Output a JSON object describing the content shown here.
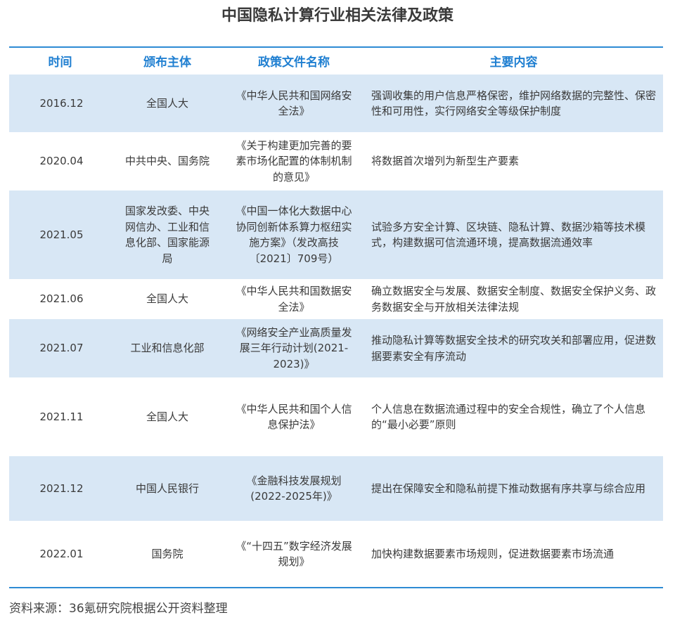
{
  "title": "中国隐私计算行业相关法律及政策",
  "headers": {
    "time": "时间",
    "org": "颁布主体",
    "doc": "政策文件名称",
    "content": "主要内容"
  },
  "rows": [
    {
      "time": "2016.12",
      "org": "全国人大",
      "doc": "《中华人民共和国网络安全法》",
      "content": "强调收集的用户信息严格保密，维护网络数据的完整性、保密性和可用性，实行网络安全等级保护制度"
    },
    {
      "time": "2020.04",
      "org": "中共中央、国务院",
      "doc": "《关于构建更加完善的要素市场化配置的体制机制的意见》",
      "content": "将数据首次增列为新型生产要素"
    },
    {
      "time": "2021.05",
      "org": "国家发改委、中央网信办、工业和信息化部、国家能源局",
      "doc": "《中国一体化大数据中心协同创新体系算力枢纽实施方案》（发改高技〔2021〕709号）",
      "content": "试验多方安全计算、区块链、隐私计算、数据沙箱等技术模式，构建数据可信流通环境，提高数据流通效率"
    },
    {
      "time": "2021.06",
      "org": "全国人大",
      "doc": "《中华人民共和国数据安全法》",
      "content": "确立数据安全与发展、数据安全制度、数据安全保护义务、政务数据安全与开放相关法律法规"
    },
    {
      "time": "2021.07",
      "org": "工业和信息化部",
      "doc": "《网络安全产业高质量发展三年行动计划(2021-2023)》",
      "content": "推动隐私计算等数据安全技术的研究攻关和部署应用，促进数据要素安全有序流动"
    },
    {
      "time": "2021.11",
      "org": "全国人大",
      "doc": "《中华人民共和国个人信息保护法》",
      "content": "个人信息在数据流通过程中的安全合规性，确立了个人信息的“最小必要”原则"
    },
    {
      "time": "2021.12",
      "org": "中国人民银行",
      "doc": "《金融科技发展规划(2022-2025年)》",
      "content": "提出在保障安全和隐私前提下推动数据有序共享与综合应用"
    },
    {
      "time": "2022.01",
      "org": "国务院",
      "doc": "《“十四五”数字经济发展规划》",
      "content": "加快构建数据要素市场规则，促进数据要素市场流通"
    }
  ],
  "source": "资料来源：36氪研究院根据公开资料整理"
}
